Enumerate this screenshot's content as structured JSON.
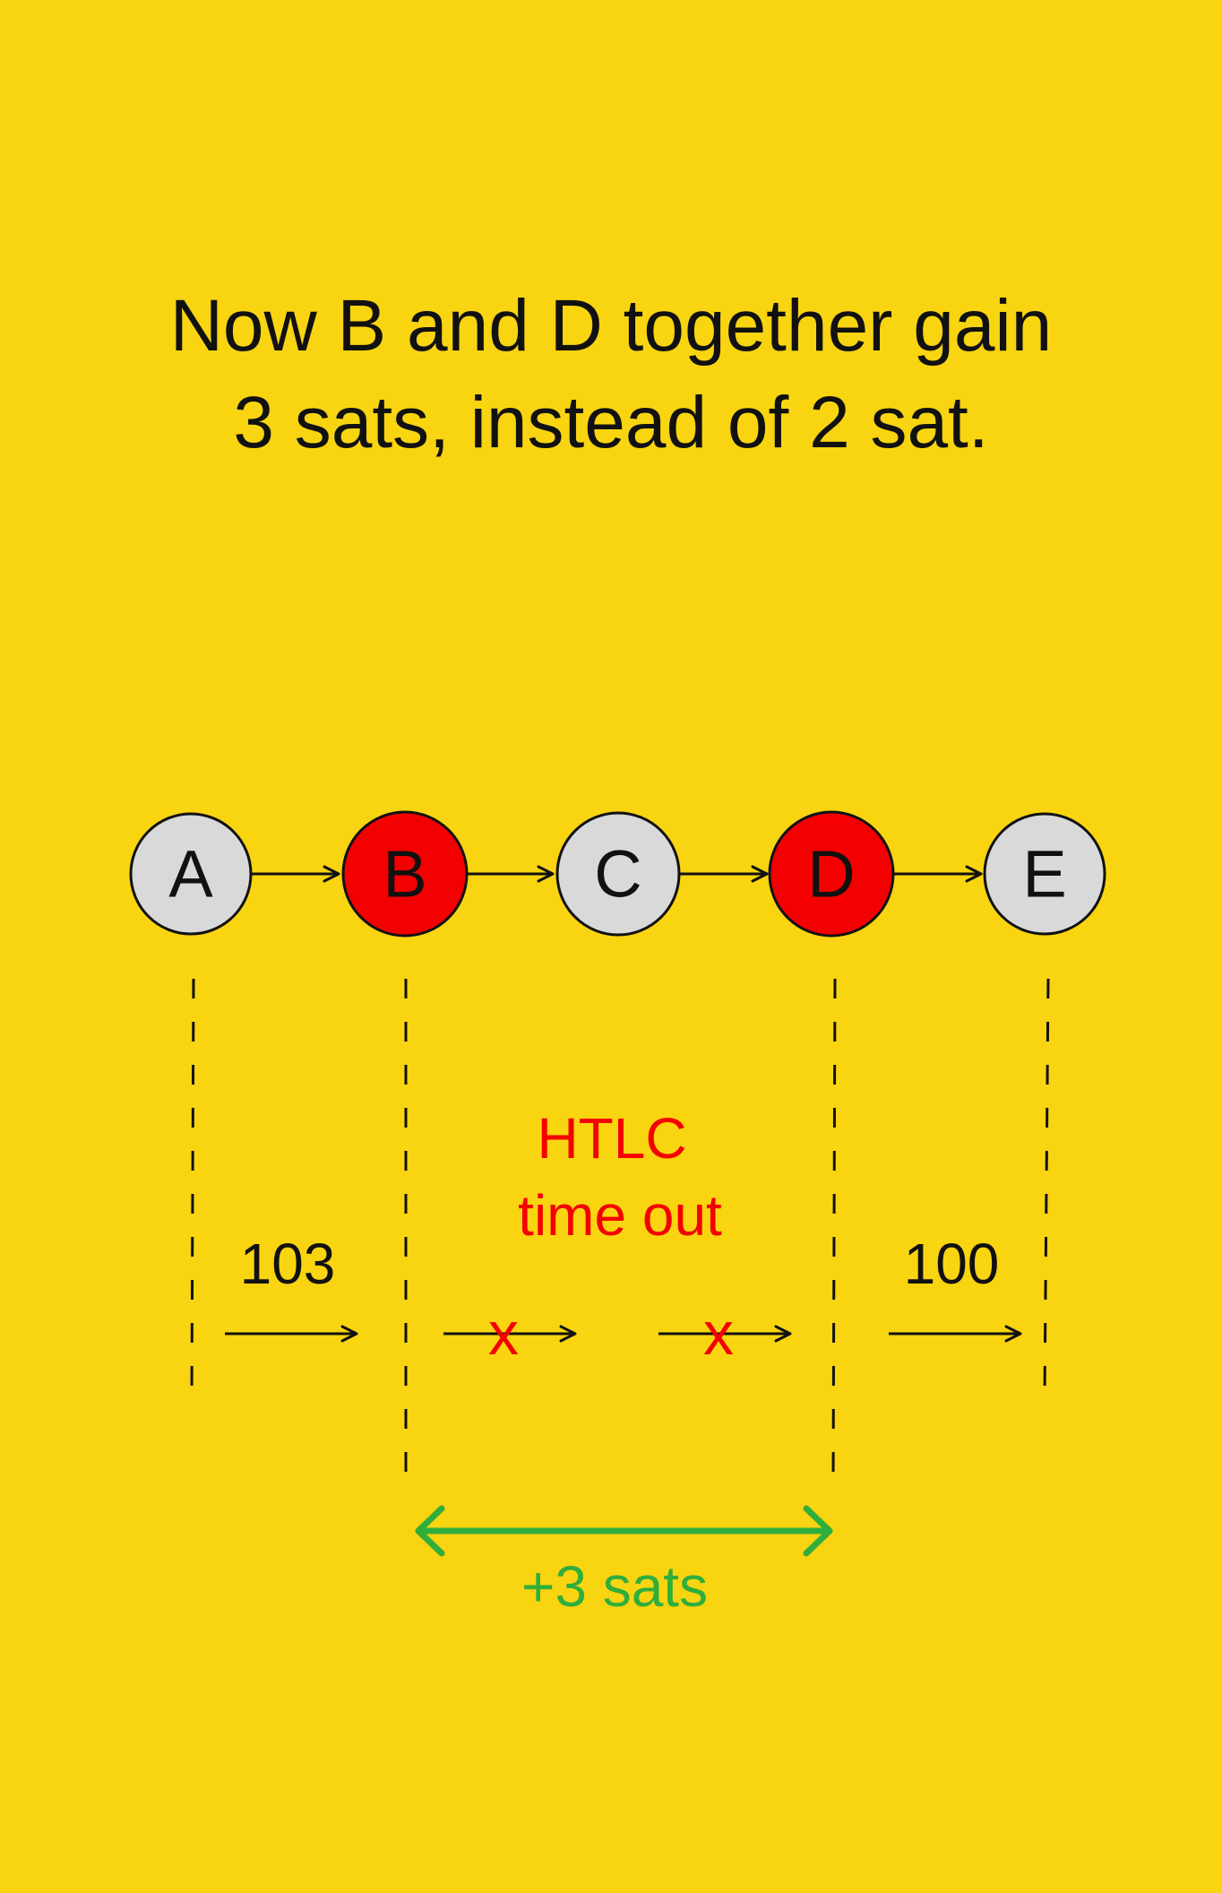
{
  "heading": {
    "line1": "Now B and D together gain",
    "line2": "3 sats, instead of 2 sat."
  },
  "nodes": [
    {
      "label": "A",
      "highlighted": false
    },
    {
      "label": "B",
      "highlighted": true
    },
    {
      "label": "C",
      "highlighted": false
    },
    {
      "label": "D",
      "highlighted": true
    },
    {
      "label": "E",
      "highlighted": false
    }
  ],
  "amounts": {
    "left": "103",
    "right": "100"
  },
  "failed_marks": {
    "first": "x",
    "second": "x"
  },
  "htlc_note": {
    "line1": "HTLC",
    "line2": "time out"
  },
  "gain_label": "+3 sats",
  "colors": {
    "background": "#F9D411",
    "node_default": "#D9D9D9",
    "node_highlight": "#F40000",
    "stroke": "#111111",
    "failure": "#F40000",
    "gain": "#2FAE3B"
  }
}
